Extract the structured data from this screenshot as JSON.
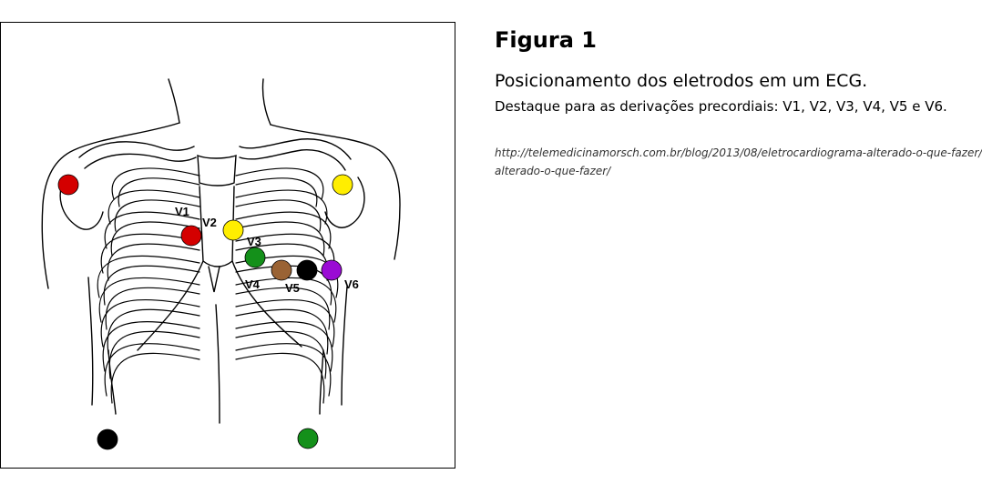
{
  "figure": {
    "title": "Figura 1",
    "subtitle": "Posicionamento dos eletrodos em um ECG.",
    "highlight": "Destaque para as derivações precordiais: V1, V2, V3, V4, V5 e V6.",
    "source_line1": "http://telemedicinamorsch.com.br/blog/2013/08/eletrocardiograma-alterado-o-que-fazer/",
    "source_line2": "alterado-o-que-fazer/"
  },
  "diagram": {
    "subject": "anatomical line drawing of the thorax showing the rib cage",
    "lead_labels": {
      "v1": "V1",
      "v2": "V2",
      "v3": "V3",
      "v4": "V4",
      "v5": "V5",
      "v6": "V6"
    },
    "electrode_colors": {
      "red": "#d40000",
      "yellow": "#ffee00",
      "green": "#14901a",
      "brown": "#9a6334",
      "black": "#000000",
      "purple": "#9a0bd4"
    }
  }
}
